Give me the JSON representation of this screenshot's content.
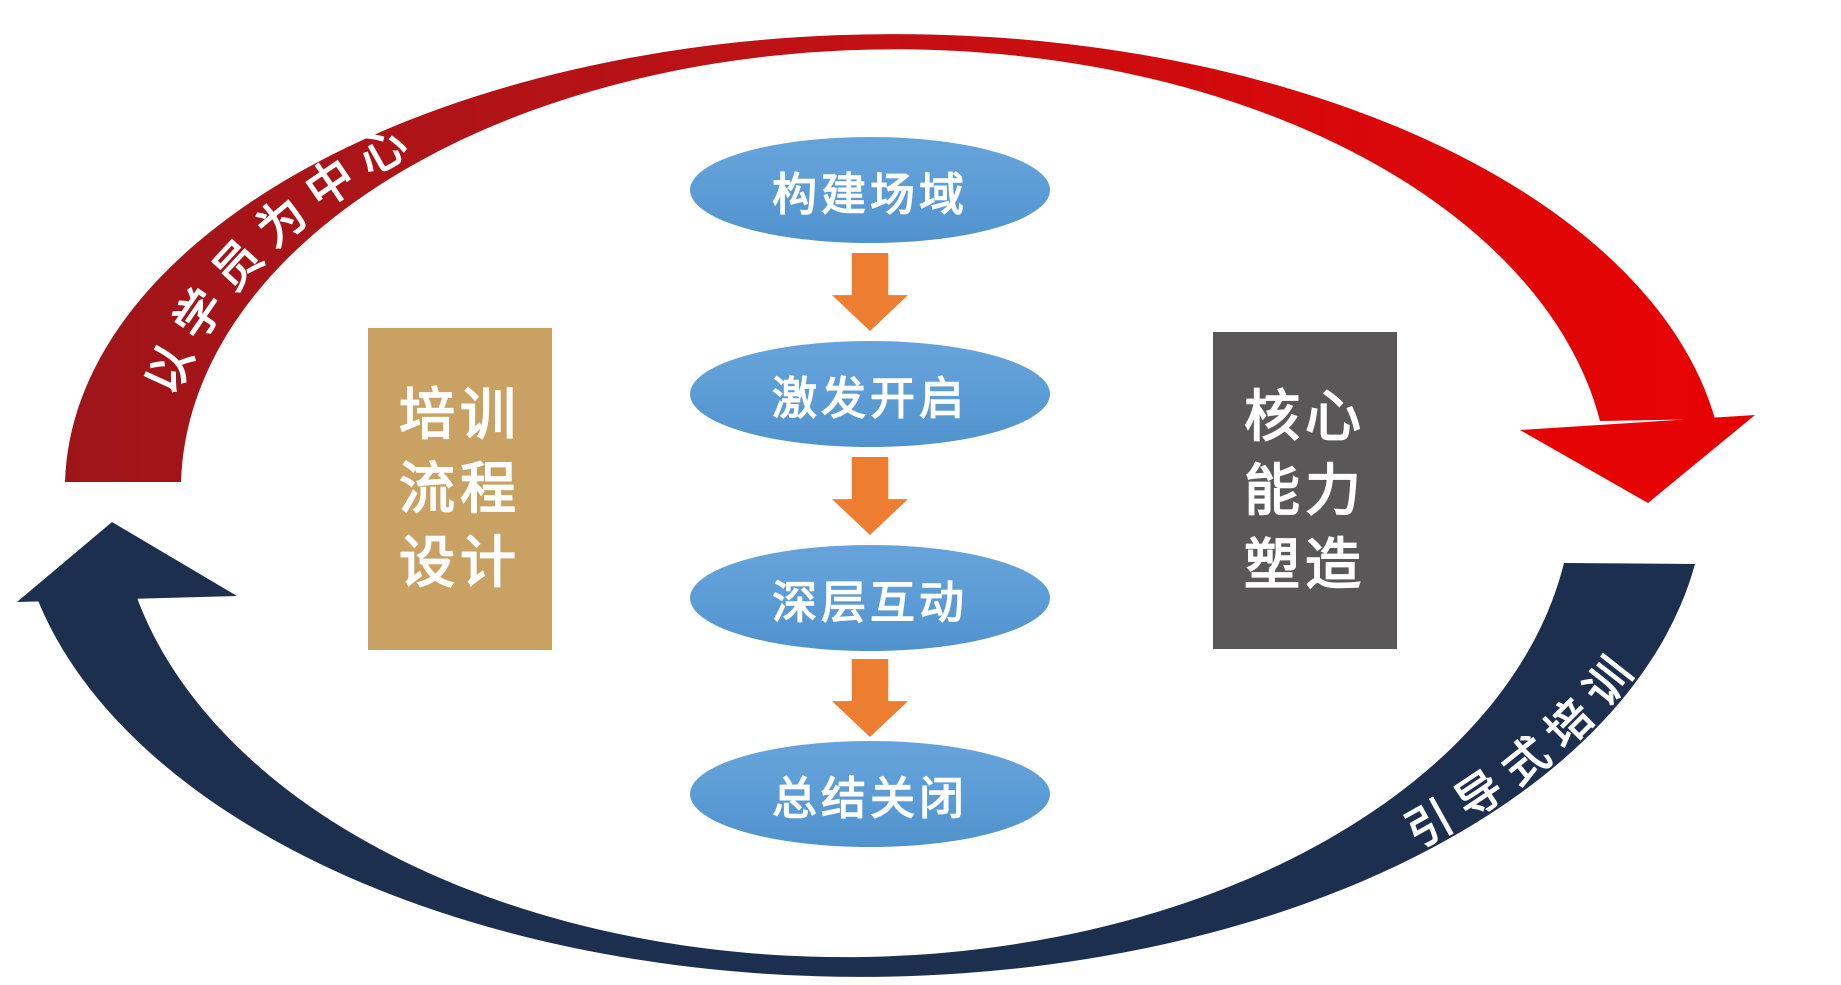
{
  "diagram": {
    "arcs": {
      "top": {
        "label": "以学员为中心",
        "color_start": "#9e1519",
        "color_mid": "#bc1216",
        "color_end": "#e80303"
      },
      "bottom": {
        "label": "引导式培训",
        "color": "#1c2f4f"
      }
    },
    "side_boxes": {
      "left": {
        "lines": [
          "培训",
          "流程",
          "设计"
        ],
        "color": "#c9a263"
      },
      "right": {
        "lines": [
          "核心",
          "能力",
          "塑造"
        ],
        "color": "#595757"
      }
    },
    "flow_steps": [
      {
        "label": "构建场域"
      },
      {
        "label": "激发开启"
      },
      {
        "label": "深层互动"
      },
      {
        "label": "总结关闭"
      }
    ],
    "flow_colors": {
      "ellipse_fill": "#5b9cd6",
      "arrow_fill": "#ed7d31",
      "text": "#ffffff"
    }
  }
}
